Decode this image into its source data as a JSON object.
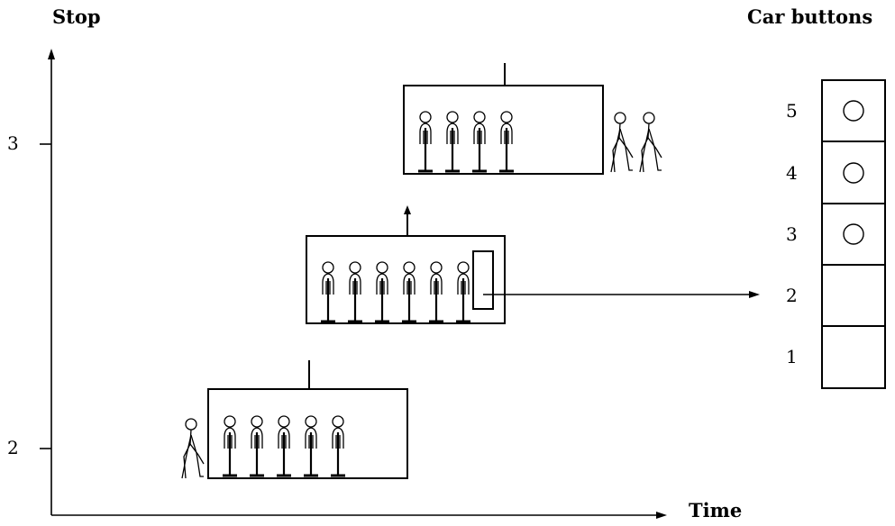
{
  "axes": {
    "y_title": "Stop",
    "x_title": "Time",
    "y_ticks": [
      "3",
      "2"
    ]
  },
  "panel": {
    "title": "Car buttons",
    "floors": [
      {
        "label": "5",
        "pressed": true
      },
      {
        "label": "4",
        "pressed": true
      },
      {
        "label": "3",
        "pressed": true
      },
      {
        "label": "2",
        "pressed": false
      },
      {
        "label": "1",
        "pressed": false
      }
    ]
  },
  "cars": [
    {
      "id": "car-stop-2",
      "stop": "2",
      "passengers": 5,
      "waiting_outside": 1,
      "direction": "stopped"
    },
    {
      "id": "car-moving",
      "stop": "between 2 and 3",
      "passengers": 6,
      "waiting_outside": 0,
      "direction": "up",
      "panel_callout": true
    },
    {
      "id": "car-stop-3",
      "stop": "3",
      "passengers": 4,
      "waiting_outside": 2,
      "direction": "stopped"
    }
  ],
  "colors": {
    "line": "#000000",
    "background": "#ffffff"
  }
}
